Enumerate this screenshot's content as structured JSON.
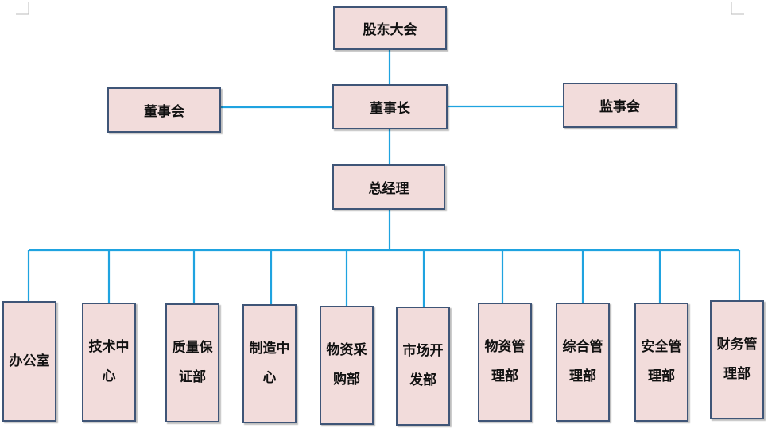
{
  "colors": {
    "connector": "#1fa3e0",
    "box_fill": "#f2dcdb",
    "box_border": "#3f5577"
  },
  "nodes": {
    "shareholders": "股东大会",
    "board_of_directors": "董事会",
    "chairman": "董事长",
    "supervisory_board": "监事会",
    "general_manager": "总经理"
  },
  "departments": [
    "办公室",
    "技术中心",
    "质量保证部",
    "制造中心",
    "物资采购部",
    "市场开发部",
    "物资管理部",
    "综合管理部",
    "安全管理部",
    "财务管理部"
  ]
}
